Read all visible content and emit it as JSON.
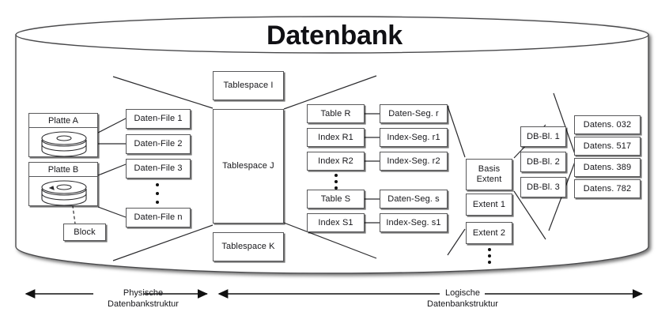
{
  "diagram": {
    "title": "Datenbank",
    "physical": {
      "disks": [
        {
          "name": "Platte A"
        },
        {
          "name": "Platte B"
        }
      ],
      "block_label": "Block",
      "datafiles": [
        "Daten-File 1",
        "Daten-File 2",
        "Daten-File 3",
        "Daten-File n"
      ],
      "datafiles_ellipsis": "vertical-dots"
    },
    "tablespaces": [
      "Tablespace I",
      "Tablespace J",
      "Tablespace K"
    ],
    "logical": {
      "objects": [
        "Table R",
        "Index R1",
        "Index R2",
        "Table S",
        "Index S1"
      ],
      "segments": [
        "Daten-Seg. r",
        "Index-Seg. r1",
        "Index-Seg. r2",
        "Daten-Seg. s",
        "Index-Seg. s1"
      ],
      "objects_ellipsis": "vertical-dots",
      "extents": [
        "Basis Extent",
        "Extent 1",
        "Extent 2"
      ],
      "extents_ellipsis": "vertical-dots",
      "db_blocks": [
        "DB-Bl. 1",
        "DB-Bl. 2",
        "DB-Bl. 3"
      ],
      "records": [
        "Datens. 032",
        "Datens. 517",
        "Datens. 389",
        "Datens. 782"
      ]
    },
    "axes": [
      {
        "line1": "Physische",
        "line2": "Datenbankstruktur"
      },
      {
        "line1": "Logische",
        "line2": "Datenbankstruktur"
      }
    ]
  }
}
